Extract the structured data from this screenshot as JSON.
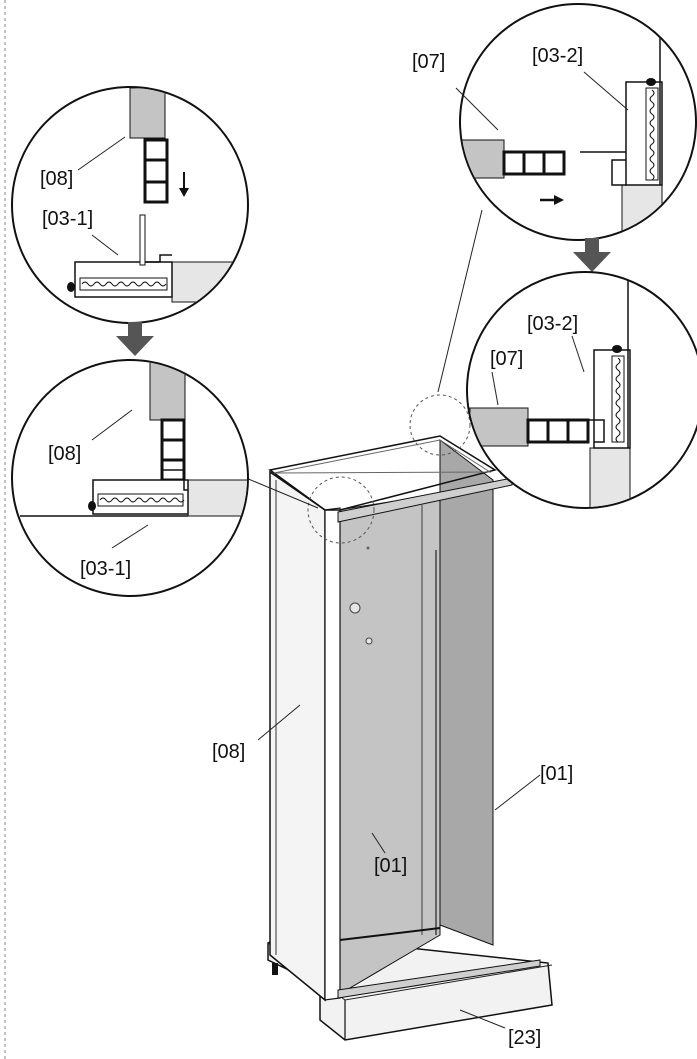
{
  "labels": {
    "detail_tl_panel": "[08]",
    "detail_tl_profile": "[03-1]",
    "detail_bl_panel": "[08]",
    "detail_bl_profile": "[03-1]",
    "detail_tr_panel": "[07]",
    "detail_tr_profile": "[03-2]",
    "detail_br_panel": "[07]",
    "detail_br_profile": "[03-2]",
    "main_side_panel": "[08]",
    "main_inner_wall": "[01]",
    "main_back_wall": "[01]",
    "main_base": "[23]"
  },
  "colors": {
    "outline": "#111111",
    "wall_dark": "#a8a8a8",
    "wall_mid": "#c4c4c4",
    "wall_light": "#e6e6e6",
    "panel_white": "#f4f4f4",
    "arrow": "#555555"
  }
}
